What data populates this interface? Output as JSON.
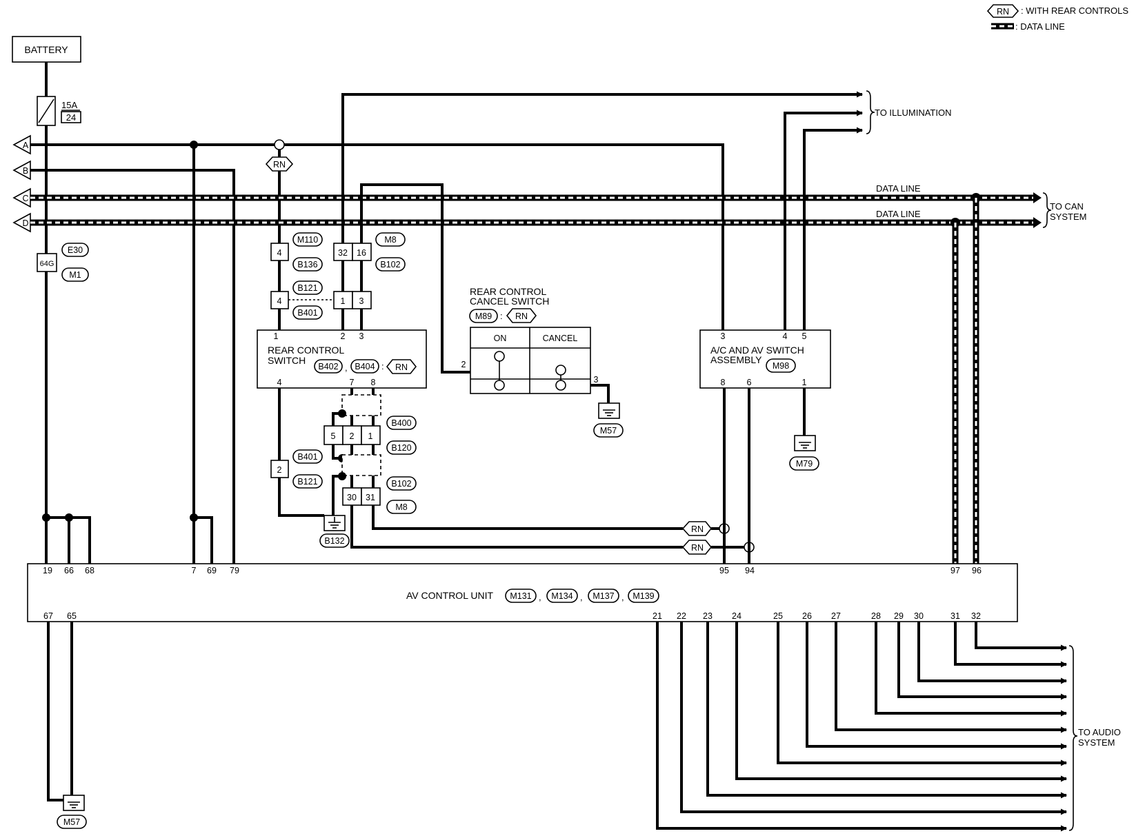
{
  "legend": {
    "rn_tag": "RN",
    "rn_text": ": WITH REAR CONTROLS",
    "data_line_text": ": DATA LINE"
  },
  "battery": {
    "label": "BATTERY"
  },
  "fuse": {
    "amp": "15A",
    "number": "24"
  },
  "connectors": {
    "a": "A",
    "b": "B",
    "c": "C",
    "d": "D",
    "rn": "RN",
    "jc_64g": "64G",
    "e30": "E30",
    "m1": "M1",
    "m110": "M110",
    "b136": "B136",
    "b121": "B121",
    "b401": "B401",
    "m8": "M8",
    "b102": "B102",
    "b400": "B400",
    "b120": "B120",
    "b132": "B132",
    "m57": "M57",
    "m79": "M79",
    "m89": "M89",
    "m98": "M98",
    "b402": "B402",
    "b404": "B404",
    "m131": "M131",
    "m134": "M134",
    "m137": "M137",
    "m139": "M139"
  },
  "destinations": {
    "illumination": "TO ILLUMINATION",
    "data_line_1": "DATA LINE",
    "data_line_2": "DATA LINE",
    "can_line1": "TO CAN",
    "can_line2": "SYSTEM",
    "audio_line1": "TO AUDIO",
    "audio_line2": "SYSTEM"
  },
  "components": {
    "rear_control_switch": {
      "line1": "REAR CONTROL",
      "line2": "SWITCH"
    },
    "cancel_switch": {
      "line1": "REAR CONTROL",
      "line2": "CANCEL SWITCH",
      "on": "ON",
      "cancel": "CANCEL"
    },
    "ac_av_switch": {
      "line1": "A/C AND AV SWITCH",
      "line2": "ASSEMBLY"
    },
    "av_control_unit": {
      "label": "AV CONTROL UNIT"
    }
  },
  "separators": {
    "colon": ":",
    "comma": ","
  },
  "pins": {
    "m110_4": "4",
    "b121_4": "4",
    "m8_32": "32",
    "m8_16": "16",
    "b121_1": "1",
    "b121_3": "3",
    "rcs_1": "1",
    "rcs_2": "2",
    "rcs_3": "3",
    "rcs_4": "4",
    "rcs_7": "7",
    "rcs_8": "8",
    "b400_5": "5",
    "b400_2": "2",
    "b400_1": "1",
    "b401_2": "2",
    "m8_30": "30",
    "m8_31": "31",
    "cs_2": "2",
    "cs_3": "3",
    "ac_3": "3",
    "ac_4": "4",
    "ac_5": "5",
    "ac_8": "8",
    "ac_6": "6",
    "ac_1": "1",
    "av_top": [
      "19",
      "66",
      "68",
      "7",
      "69",
      "79",
      "95",
      "94",
      "97",
      "96"
    ],
    "av_bottom_left": [
      "67",
      "65"
    ],
    "av_bottom_right": [
      "21",
      "22",
      "23",
      "24",
      "25",
      "26",
      "27",
      "28",
      "29",
      "30",
      "31",
      "32"
    ]
  }
}
